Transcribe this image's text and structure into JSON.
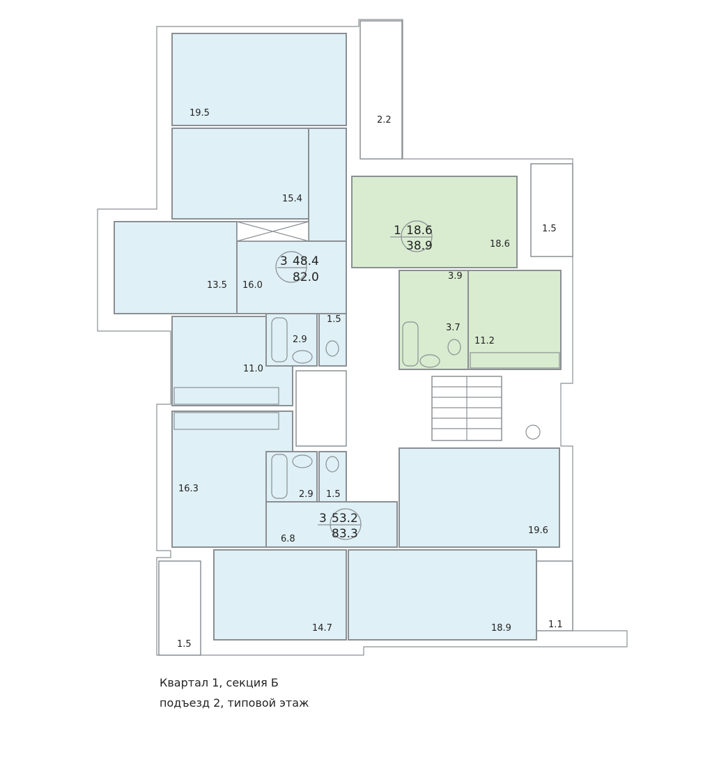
{
  "apartments": [
    {
      "rooms_count": "3",
      "living_area": "48.4",
      "total_area": "82.0",
      "color": "#dff0f6"
    },
    {
      "rooms_count": "1",
      "living_area": "18.6",
      "total_area": "38.9",
      "color": "#d9ecd0"
    },
    {
      "rooms_count": "3",
      "living_area": "53.2",
      "total_area": "83.3",
      "color": "#dff0f6"
    }
  ],
  "room_areas": {
    "r1": "19.5",
    "r2": "15.4",
    "r3": "13.5",
    "r4": "16.0",
    "r5": "11.0",
    "r6": "2.9",
    "r7": "1.5",
    "r8": "16.3",
    "r9": "2.9",
    "r10": "1.5",
    "r11": "6.8",
    "r12": "14.7",
    "r13": "18.9",
    "r14": "19.6",
    "g1": "18.6",
    "g2": "3.9",
    "g3": "3.7",
    "g4": "11.2",
    "b1": "2.2",
    "b2": "1.5",
    "b3": "1.5",
    "b4": "1.1"
  },
  "caption": {
    "line1": "Квартал 1, секция Б",
    "line2": "подъезд 2, типовой этаж"
  }
}
